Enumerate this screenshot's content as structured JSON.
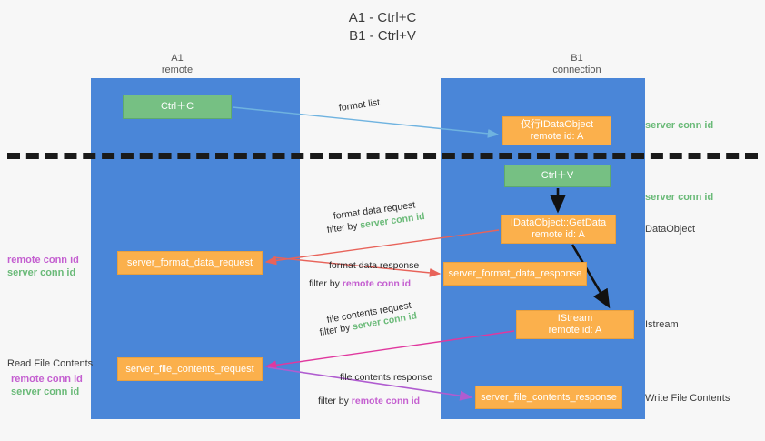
{
  "title": {
    "line1": "A1 - Ctrl+C",
    "line2": "B1 - Ctrl+V"
  },
  "lanes": [
    {
      "name": "A1",
      "sub": "remote"
    },
    {
      "name": "B1",
      "sub": "connection"
    }
  ],
  "boxes": {
    "ctrl_c": "Ctrl＋C",
    "idataobject_line1": "仅行IDataObject",
    "idataobject_line2": "remote id: A",
    "ctrl_v": "Ctrl＋V",
    "getdata_line1": "IDataObject::GetData",
    "getdata_line2": "remote id: A",
    "server_format_data_request": "server_format_data_request",
    "server_format_data_response": "server_format_data_response",
    "istream_line1": "IStream",
    "istream_line2": "remote id: A",
    "server_file_contents_request": "server_file_contents_request",
    "server_file_contents_response": "server_file_contents_response"
  },
  "side_labels": {
    "server_conn_id_top": "server conn id",
    "server_conn_id_mid": "server conn id",
    "dataobject": "DataObject",
    "istream": "Istream",
    "write_file_contents": "Write File Contents"
  },
  "left_labels": {
    "remote_conn_id_1": "remote conn id",
    "server_conn_id_1": "server conn id",
    "read_file_contents": "Read File Contents",
    "remote_conn_id_2": "remote conn id",
    "server_conn_id_2": "server conn id"
  },
  "arrow_labels": {
    "format_list": "format list",
    "format_data_request": "format data request",
    "filter_by_prefix_1": "filter by ",
    "filter_server_conn_id_1": "server conn id",
    "format_data_response": "format data response",
    "filter_by_prefix_2": "filter by ",
    "filter_remote_conn_id_1": "remote conn id",
    "file_contents_request": "file contents request",
    "filter_by_prefix_3": "filter by ",
    "filter_server_conn_id_2": "server conn id",
    "file_contents_response": "file contents response",
    "filter_by_prefix_4": "filter by ",
    "filter_remote_conn_id_2": "remote conn id"
  },
  "colors": {
    "lane_blue": "#4a86d8",
    "box_green": "#76c083",
    "box_orange": "#fbb04c",
    "server_conn_green": "#6aba78",
    "remote_conn_purple": "#c45fd0",
    "arrow_light_blue": "#6fb3e0",
    "arrow_red": "#e8635a",
    "arrow_magenta": "#e0389e",
    "arrow_purple": "#b05cd0",
    "arrow_black": "#111111",
    "background": "#f7f7f7"
  }
}
